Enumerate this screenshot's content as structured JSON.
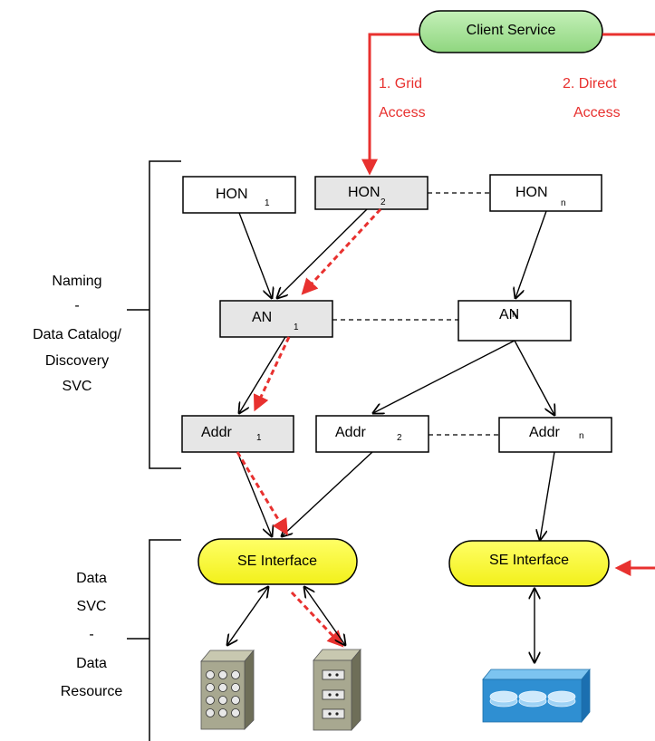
{
  "client_service": {
    "label": "Client Service"
  },
  "access_paths": {
    "grid": {
      "line1": "1. Grid",
      "line2": "Access"
    },
    "direct": {
      "line1": "2. Direct",
      "line2": "Access"
    }
  },
  "sections": {
    "naming": {
      "lines": [
        "Naming",
        "-",
        "Data Catalog/",
        "Discovery",
        "SVC"
      ]
    },
    "data": {
      "lines": [
        "Data",
        "SVC",
        "-",
        "Data",
        "Resource"
      ]
    }
  },
  "hon_nodes": [
    {
      "label": "HON",
      "sub": "1"
    },
    {
      "label": "HON",
      "sub": "2"
    },
    {
      "label": "HON",
      "sub": "n"
    }
  ],
  "an_nodes": [
    {
      "label": "AN",
      "sub": "1"
    },
    {
      "label": "AN",
      "sub": "N"
    }
  ],
  "addr_nodes": [
    {
      "label": "Addr",
      "sub": "1"
    },
    {
      "label": "Addr",
      "sub": "2"
    },
    {
      "label": "Addr",
      "sub": "n"
    }
  ],
  "se_interfaces": [
    {
      "label": "SE Interface"
    },
    {
      "label": "SE Interface"
    }
  ],
  "colors": {
    "client_fill": "#a6e49a",
    "se_fill": "#ffff33",
    "highlight_fill": "#e6e6e6",
    "red": "#e8312f",
    "storage_blue": "#2f8fd2"
  }
}
